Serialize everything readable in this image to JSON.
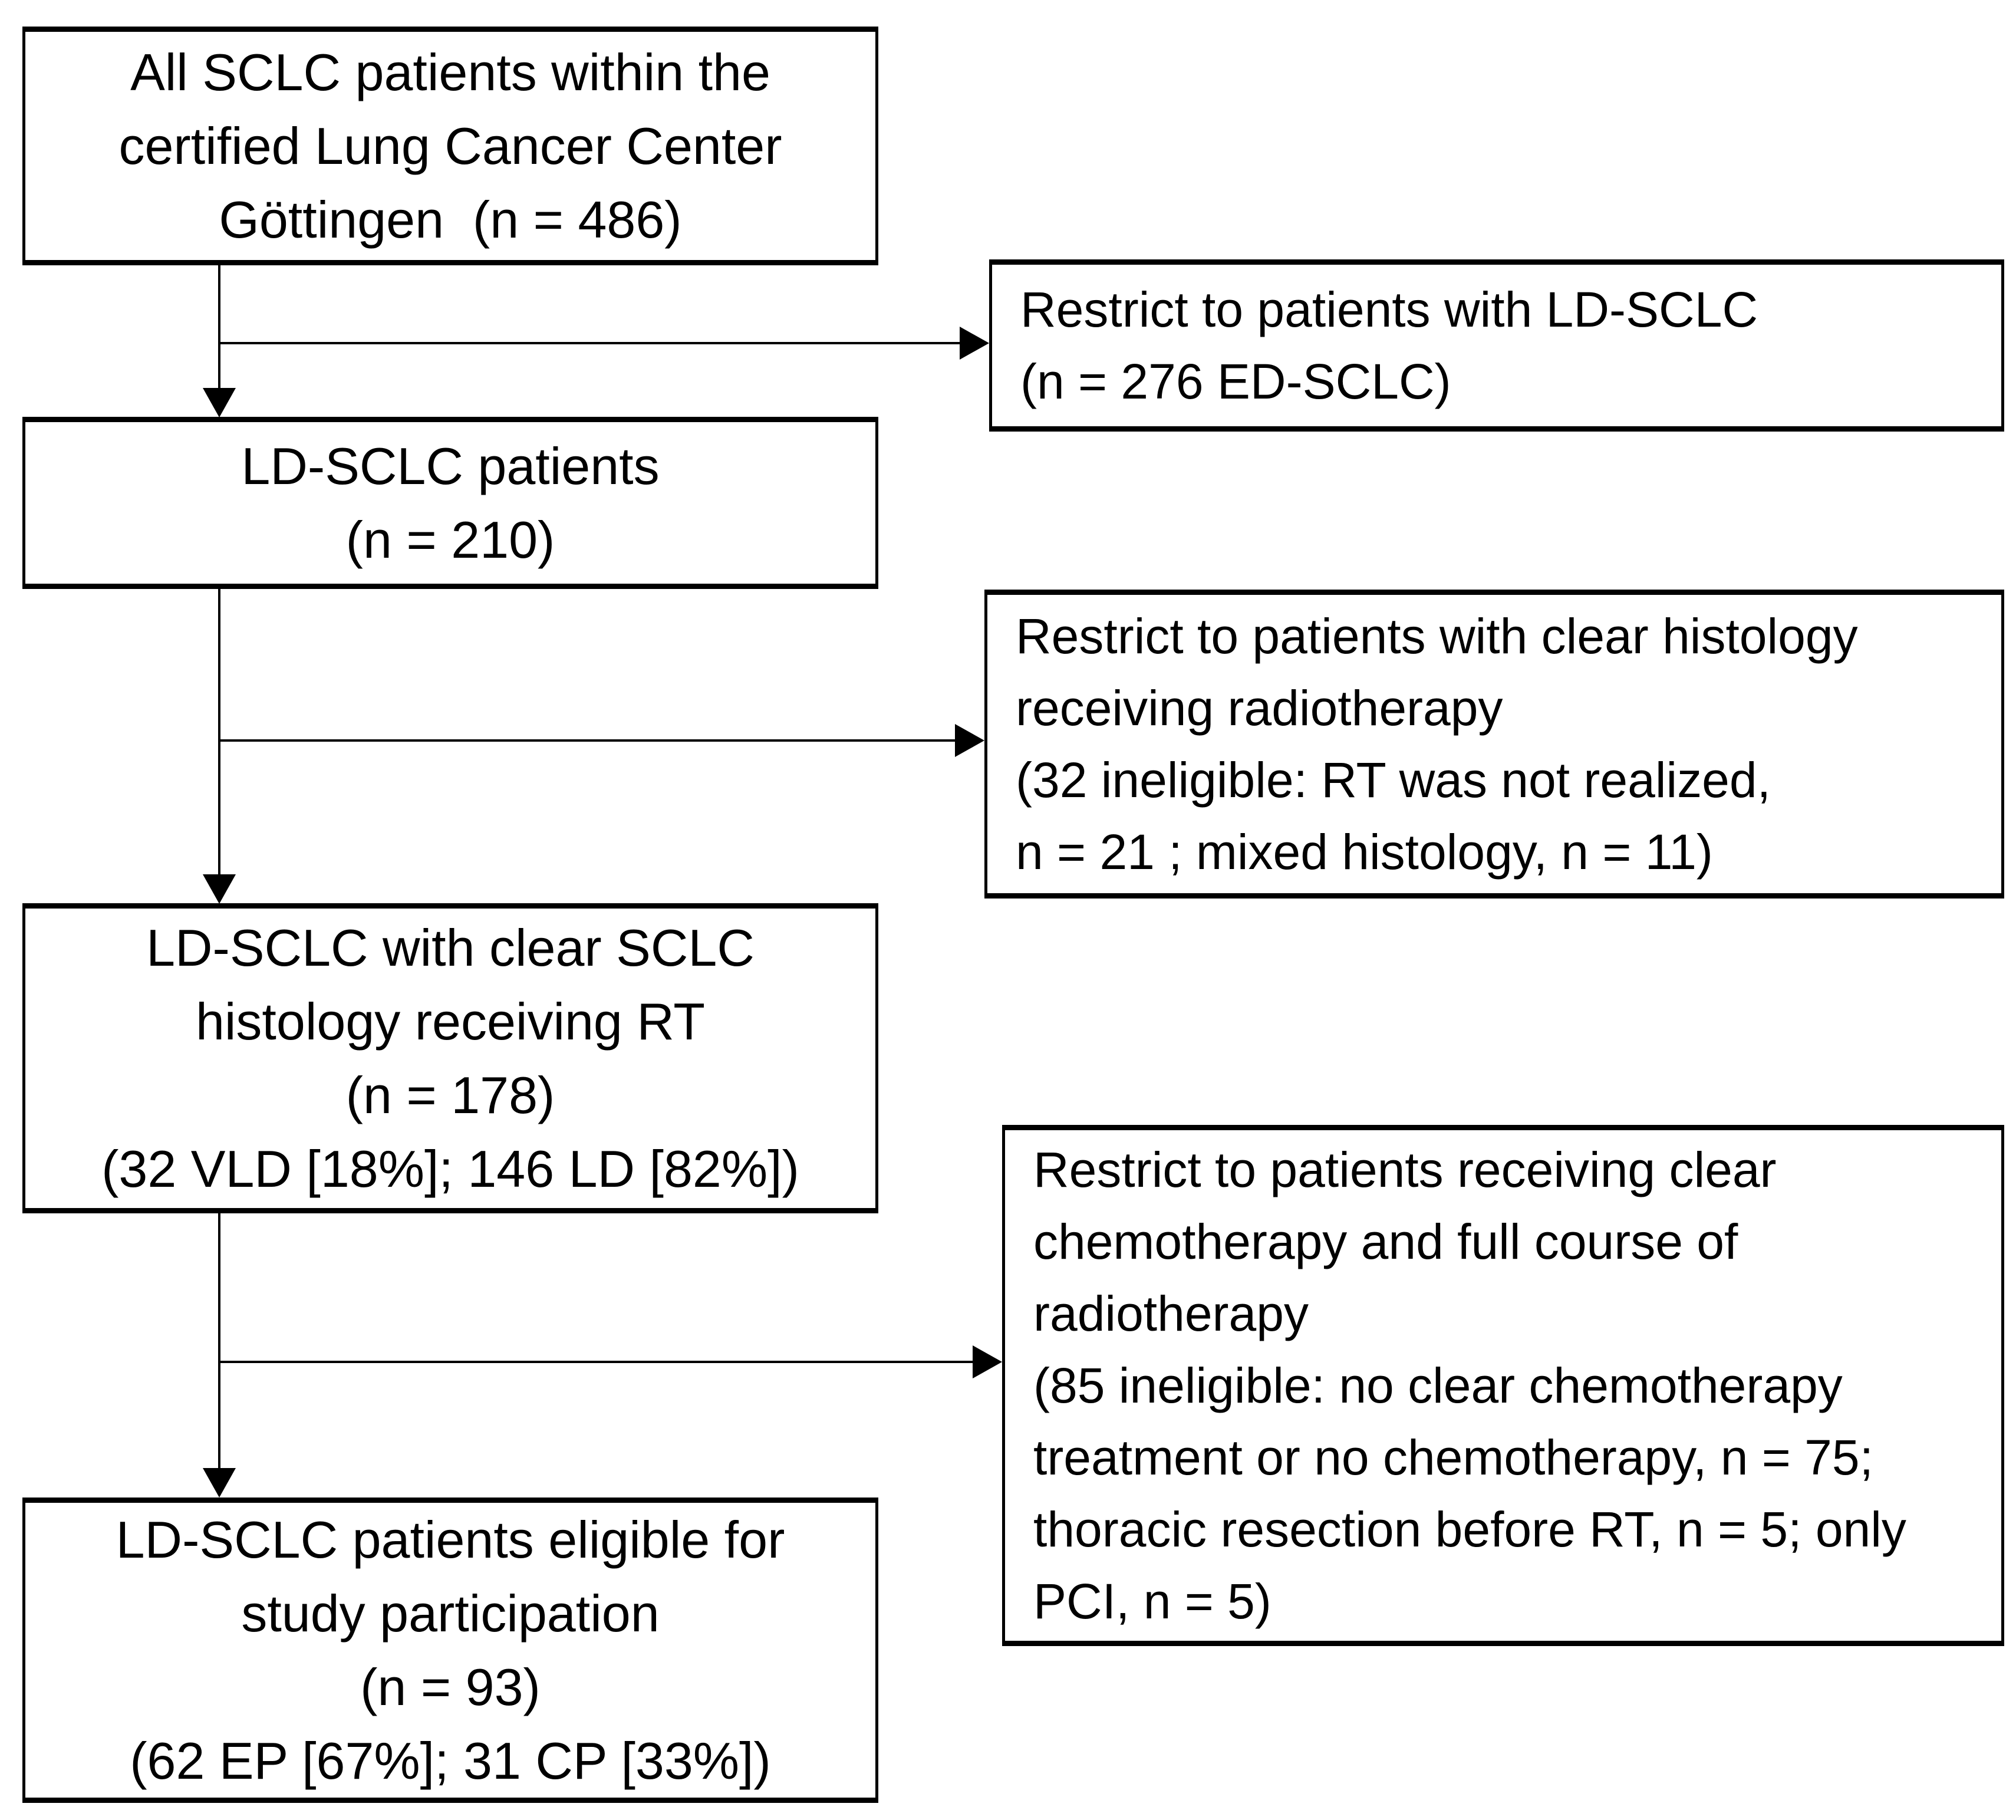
{
  "diagram": {
    "title": "SCLC patient selection flowchart",
    "colors": {
      "background": "#ffffff",
      "box_border": "#000000",
      "text": "#000000",
      "connector": "#000000"
    },
    "main_boxes": [
      {
        "id": "all-sclc-patients",
        "lines": [
          "All SCLC patients within the",
          "certified Lung Cancer Center",
          "Göttingen  (n = 486)"
        ]
      },
      {
        "id": "ld-sclc-patients",
        "lines": [
          "LD-SCLC patients",
          "(n = 210)"
        ]
      },
      {
        "id": "ld-sclc-clear-histology-rt",
        "lines": [
          "LD-SCLC with clear SCLC",
          "histology receiving RT",
          "(n = 178)",
          "(32 VLD [18%]; 146 LD [82%])"
        ]
      },
      {
        "id": "ld-sclc-eligible",
        "lines": [
          "LD-SCLC patients eligible for",
          "study participation",
          "(n = 93)",
          "(62 EP [67%]; 31 CP [33%])"
        ]
      }
    ],
    "side_boxes": [
      {
        "id": "restrict-ld-sclc",
        "lines": [
          "Restrict to patients with LD-SCLC",
          "(n = 276 ED-SCLC)"
        ]
      },
      {
        "id": "restrict-clear-histology",
        "lines": [
          "Restrict to patients with clear histology",
          "receiving radiotherapy",
          "(32 ineligible: RT was not realized,",
          "n = 21 ; mixed histology, n = 11)"
        ]
      },
      {
        "id": "restrict-chemo-full-rt",
        "lines": [
          "Restrict to patients receiving clear",
          "chemotherapy and full course of",
          "radiotherapy",
          "(85 ineligible: no clear chemotherapy",
          "treatment or no chemotherapy, n = 75;",
          "thoracic resection before RT, n = 5; only",
          "PCI, n = 5)"
        ]
      }
    ]
  }
}
